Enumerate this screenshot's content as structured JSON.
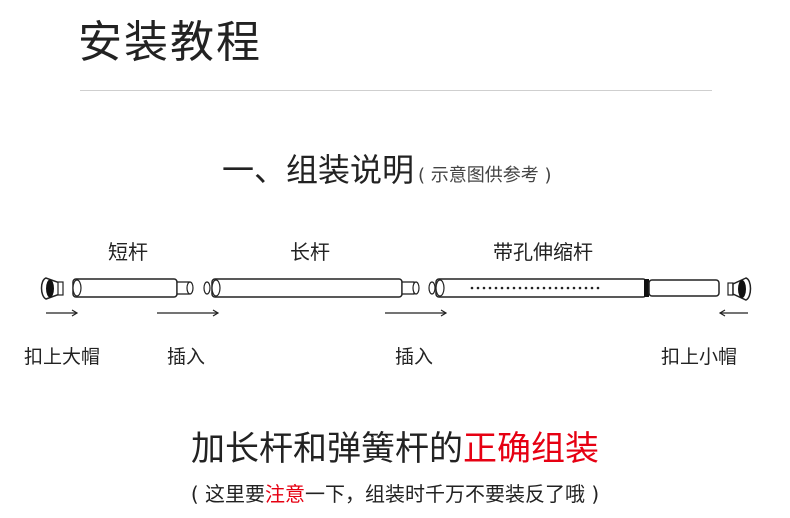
{
  "title": "安装教程",
  "section": {
    "heading": "一、组装说明",
    "note": "( 示意图供参考 )"
  },
  "parts": {
    "short_rod": "短杆",
    "long_rod": "长杆",
    "holed_rod": "带孔伸缩杆"
  },
  "steps": {
    "left_cap": "扣上大帽",
    "insert_1": "插入",
    "insert_2": "插入",
    "right_cap": "扣上小帽"
  },
  "headline": {
    "normal": "加长杆和弹簧杆的",
    "highlight": "正确组装"
  },
  "warning": {
    "open": "( 这里要",
    "highlight": "注意",
    "rest": "一下，组装时千万不要装反了哦 )"
  },
  "colors": {
    "accent": "#e60012",
    "line": "#222222"
  }
}
